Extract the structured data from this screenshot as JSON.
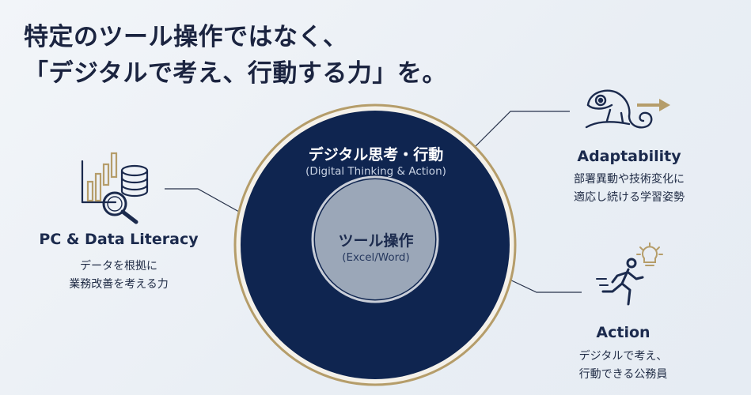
{
  "headline": {
    "line1": "特定のツール操作ではなく、",
    "line2": "「デジタルで考え、行動する力」を。"
  },
  "core": {
    "outer_title": "デジタル思考・行動",
    "outer_subtitle": "(Digital Thinking & Action)",
    "inner_title": "ツール操作",
    "inner_subtitle": "(Excel/Word)"
  },
  "features": {
    "left": {
      "title": "PC & Data Literacy",
      "desc_line1": "データを根拠に",
      "desc_line2": "業務改善を考える力",
      "icon": "bar-chart-database-magnifier-icon"
    },
    "top_right": {
      "title": "Adaptability",
      "desc_line1": "部署異動や技術変化に",
      "desc_line2": "適応し続ける学習姿勢",
      "icon": "chameleon-icon"
    },
    "bottom_right": {
      "title": "Action",
      "desc_line1": "デジタルで考え、",
      "desc_line2": "行動できる公務員",
      "icon": "running-person-lightbulb-icon"
    }
  },
  "colors": {
    "navy": "#0f2550",
    "gold": "#b59d6a",
    "inner_gray": "#9ba7b8",
    "icon_dark": "#1b2a4d"
  }
}
